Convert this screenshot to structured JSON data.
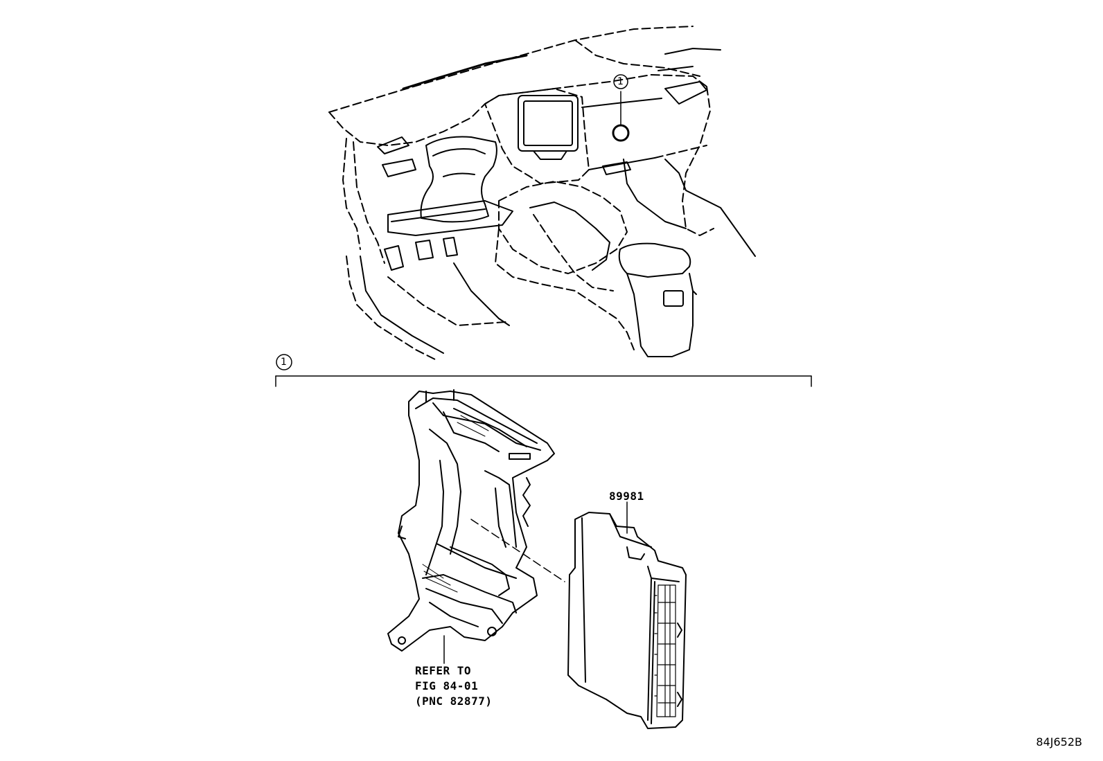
{
  "callouts": {
    "location_marker": "1",
    "detail_marker": "1"
  },
  "parts": {
    "ecu_part_number": "89981",
    "reference_line1": "REFER TO",
    "reference_line2": "FIG 84-01",
    "reference_line3": "(PNC 82877)"
  },
  "drawing_id": "84J652B"
}
